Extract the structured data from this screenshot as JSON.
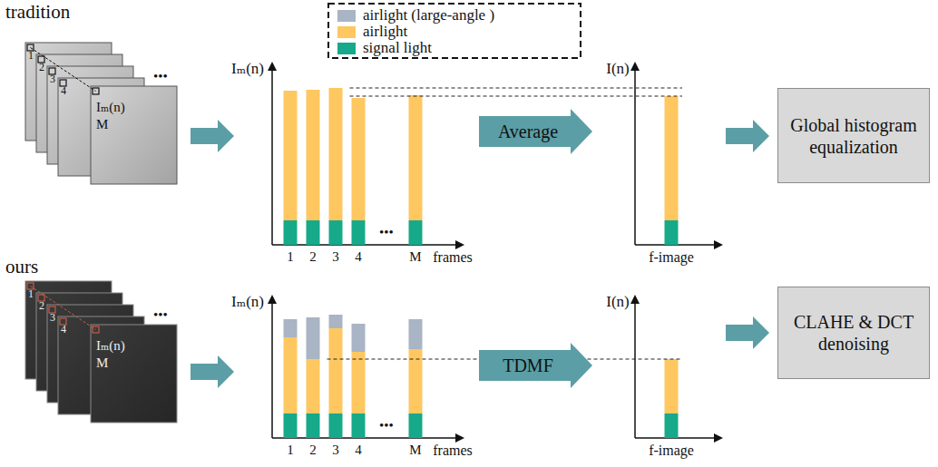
{
  "diagram": {
    "nodes": [
      {
        "text": [
          "Average"
        ]
      },
      {
        "text": [
          "Global histogram equalization"
        ]
      },
      {
        "text": [
          "TDMF"
        ]
      },
      {
        "text": [
          "CLAHE & DCT denoising"
        ]
      }
    ],
    "labels": [
      "tradition",
      "1",
      "2",
      "3",
      "4",
      "•••",
      "Iₘ(n)",
      "M",
      "Iₘ(n)",
      "1",
      "2",
      "3",
      "4",
      "•••",
      "M",
      "frames",
      "I(n)",
      "f-image",
      "ours",
      "1",
      "2",
      "3",
      "4",
      "•••",
      "Iₘ(n)",
      "M",
      "Iₘ(n)",
      "1",
      "2",
      "3",
      "4",
      "•••",
      "M",
      "frames",
      "I(n)",
      "f-image"
    ],
    "legend": [
      {
        "text": "airlight (large-angle )",
        "color": "#A9B4C4"
      },
      {
        "text": "airlight",
        "color": "#FFC760"
      },
      {
        "text": "signal light",
        "color": "#16A98A"
      }
    ]
  }
}
